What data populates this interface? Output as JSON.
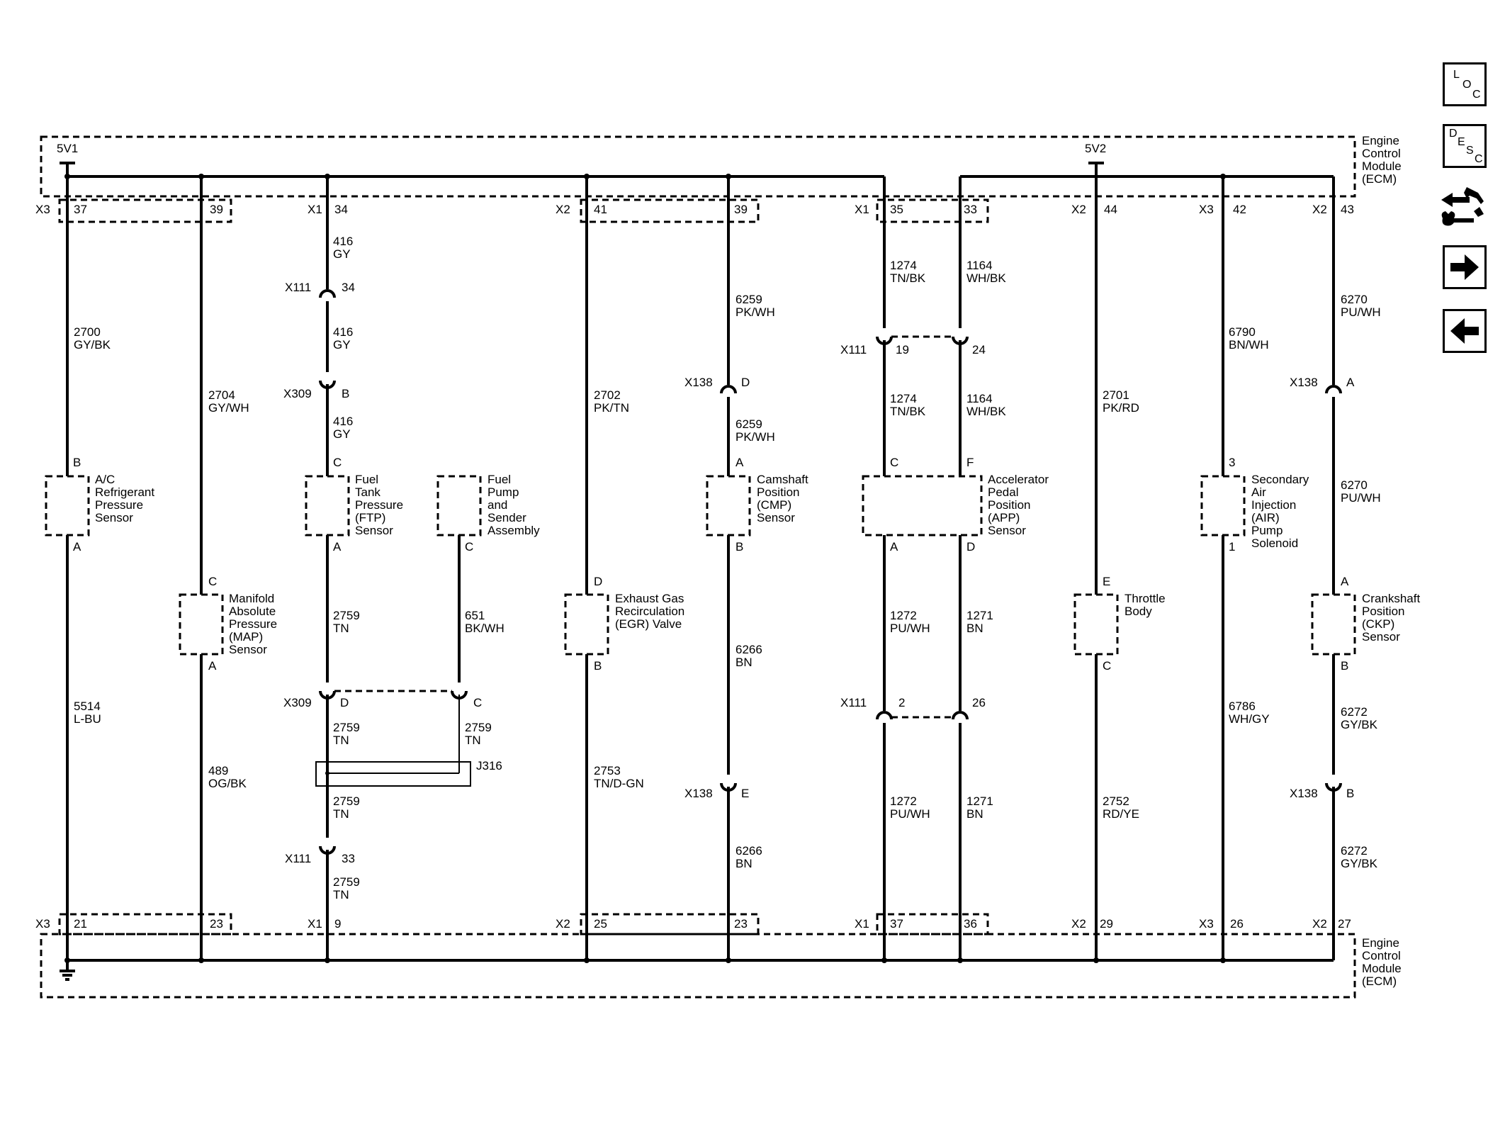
{
  "module": {
    "name_lines": [
      "Engine",
      "Control",
      "Module",
      "(ECM)"
    ]
  },
  "power": {
    "v1": "5V1",
    "v2": "5V2"
  },
  "connectors": {
    "top": [
      {
        "conn": "X3",
        "pin": "37"
      },
      {
        "conn": "",
        "pin": "39"
      },
      {
        "conn": "X1",
        "pin": "34"
      },
      {
        "conn": "X2",
        "pin": "41"
      },
      {
        "conn": "",
        "pin": "39"
      },
      {
        "conn": "X1",
        "pin": "35"
      },
      {
        "conn": "",
        "pin": "33"
      },
      {
        "conn": "X2",
        "pin": "44"
      },
      {
        "conn": "X3",
        "pin": "42"
      },
      {
        "conn": "X2",
        "pin": "43"
      }
    ],
    "bottom": [
      {
        "conn": "X3",
        "pin": "21"
      },
      {
        "conn": "",
        "pin": "23"
      },
      {
        "conn": "X1",
        "pin": "9"
      },
      {
        "conn": "X2",
        "pin": "25"
      },
      {
        "conn": "",
        "pin": "23"
      },
      {
        "conn": "X1",
        "pin": "37"
      },
      {
        "conn": "",
        "pin": "36"
      },
      {
        "conn": "X2",
        "pin": "29"
      },
      {
        "conn": "X3",
        "pin": "26"
      },
      {
        "conn": "X2",
        "pin": "27"
      }
    ]
  },
  "components": [
    {
      "id": "ac",
      "lines": [
        "A/C",
        "Refrigerant",
        "Pressure",
        "Sensor"
      ],
      "pins": [
        "B",
        "A"
      ]
    },
    {
      "id": "map",
      "lines": [
        "Manifold",
        "Absolute",
        "Pressure",
        "(MAP)",
        "Sensor"
      ],
      "pins": [
        "C",
        "A"
      ]
    },
    {
      "id": "ftp",
      "lines": [
        "Fuel",
        "Tank",
        "Pressure",
        "(FTP)",
        "Sensor"
      ],
      "pins": [
        "C",
        "A"
      ]
    },
    {
      "id": "fuelpump",
      "lines": [
        "Fuel",
        "Pump",
        "and",
        "Sender",
        "Assembly"
      ],
      "pins": [
        "C"
      ]
    },
    {
      "id": "egr",
      "lines": [
        "Exhaust Gas",
        "Recirculation",
        "(EGR) Valve"
      ],
      "pins": [
        "D",
        "B"
      ]
    },
    {
      "id": "cmp",
      "lines": [
        "Camshaft",
        "Position",
        "(CMP)",
        "Sensor"
      ],
      "pins": [
        "A",
        "B"
      ]
    },
    {
      "id": "app",
      "lines": [
        "Accelerator",
        "Pedal",
        "Position",
        "(APP)",
        "Sensor"
      ],
      "pins": [
        "C",
        "F",
        "A",
        "D"
      ]
    },
    {
      "id": "tb",
      "lines": [
        "Throttle",
        "Body"
      ],
      "pins": [
        "E",
        "C"
      ]
    },
    {
      "id": "air",
      "lines": [
        "Secondary",
        "Air",
        "Injection",
        "(AIR)",
        "Pump",
        "Solenoid"
      ],
      "pins": [
        "3",
        "1"
      ]
    },
    {
      "id": "ckp",
      "lines": [
        "Crankshaft",
        "Position",
        "(CKP)",
        "Sensor"
      ],
      "pins": [
        "A",
        "B"
      ]
    }
  ],
  "wires": [
    {
      "circuit": "2700",
      "color": "GY/BK"
    },
    {
      "circuit": "2704",
      "color": "GY/WH"
    },
    {
      "circuit": "416",
      "color": "GY"
    },
    {
      "circuit": "2702",
      "color": "PK/TN"
    },
    {
      "circuit": "6259",
      "color": "PK/WH"
    },
    {
      "circuit": "1274",
      "color": "TN/BK"
    },
    {
      "circuit": "1164",
      "color": "WH/BK"
    },
    {
      "circuit": "2701",
      "color": "PK/RD"
    },
    {
      "circuit": "6790",
      "color": "BN/WH"
    },
    {
      "circuit": "6270",
      "color": "PU/WH"
    },
    {
      "circuit": "5514",
      "color": "L-BU"
    },
    {
      "circuit": "489",
      "color": "OG/BK"
    },
    {
      "circuit": "2759",
      "color": "TN"
    },
    {
      "circuit": "651",
      "color": "BK/WH"
    },
    {
      "circuit": "2753",
      "color": "TN/D-GN"
    },
    {
      "circuit": "6266",
      "color": "BN"
    },
    {
      "circuit": "1272",
      "color": "PU/WH"
    },
    {
      "circuit": "1271",
      "color": "BN"
    },
    {
      "circuit": "2752",
      "color": "RD/YE"
    },
    {
      "circuit": "6786",
      "color": "WH/GY"
    },
    {
      "circuit": "6272",
      "color": "GY/BK"
    }
  ],
  "inline": {
    "x111": "X111",
    "x309": "X309",
    "x138": "X138",
    "splice": "J316",
    "x111_pins": {
      "p34": "34",
      "p33": "33",
      "p19": "19",
      "p24": "24",
      "p2": "2",
      "p26": "26"
    },
    "x309_pins": {
      "B": "B",
      "D": "D",
      "C": "C"
    },
    "x138_pins": {
      "D": "D",
      "E": "E",
      "A": "A",
      "B": "B"
    }
  },
  "nav": {
    "loc": [
      "L",
      "O",
      "C"
    ],
    "desc": [
      "D",
      "E",
      "S",
      "C"
    ],
    "icons": [
      "tools-icon",
      "next-arrow-icon",
      "prev-arrow-icon"
    ]
  }
}
